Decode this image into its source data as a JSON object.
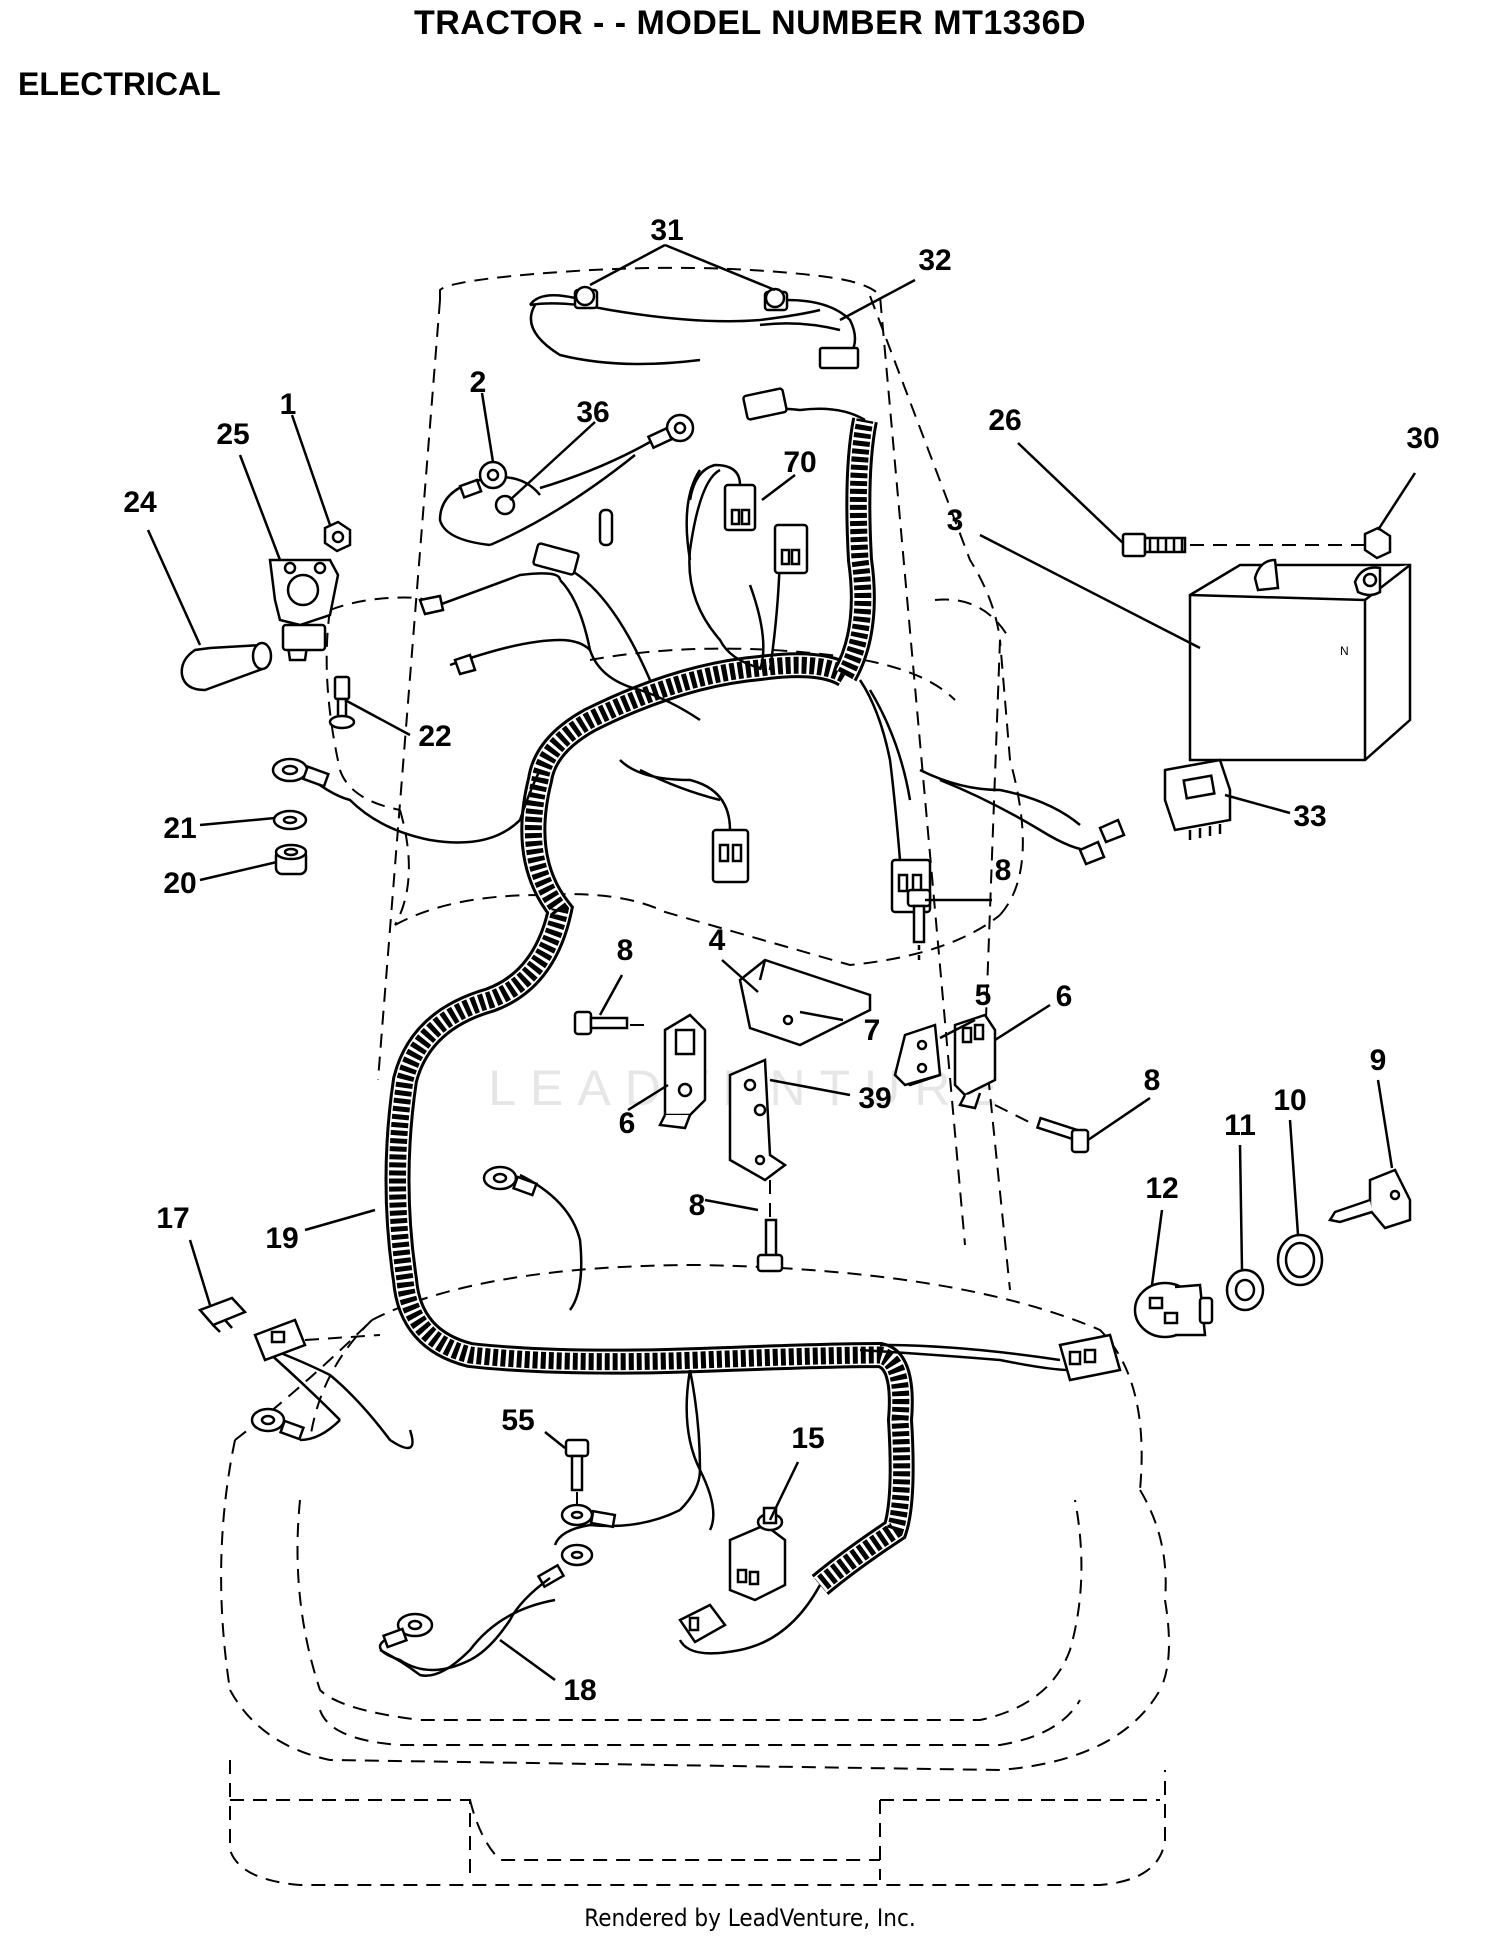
{
  "title": "TRACTOR - - MODEL NUMBER MT1336D",
  "subtitle": "ELECTRICAL",
  "footer": "Rendered by LeadVenture, Inc.",
  "watermark": "LEADVENTURE",
  "callouts": {
    "c31": "31",
    "c32": "32",
    "c2": "2",
    "c36": "36",
    "c1": "1",
    "c25": "25",
    "c24": "24",
    "c70": "70",
    "c26": "26",
    "c30": "30",
    "c3": "3",
    "c22": "22",
    "c21": "21",
    "c20": "20",
    "c33": "33",
    "c8a": "8",
    "c4": "4",
    "c8b": "8",
    "c5": "5",
    "c6a": "6",
    "c7": "7",
    "c6b": "6",
    "c39": "39",
    "c8c": "8",
    "c9": "9",
    "c10": "10",
    "c11": "11",
    "c12": "12",
    "c8d": "8",
    "c17": "17",
    "c19": "19",
    "c55": "55",
    "c15": "15",
    "c18": "18"
  },
  "colors": {
    "ink": "#000000",
    "paper": "#ffffff",
    "watermark": "#e6e6e6"
  }
}
